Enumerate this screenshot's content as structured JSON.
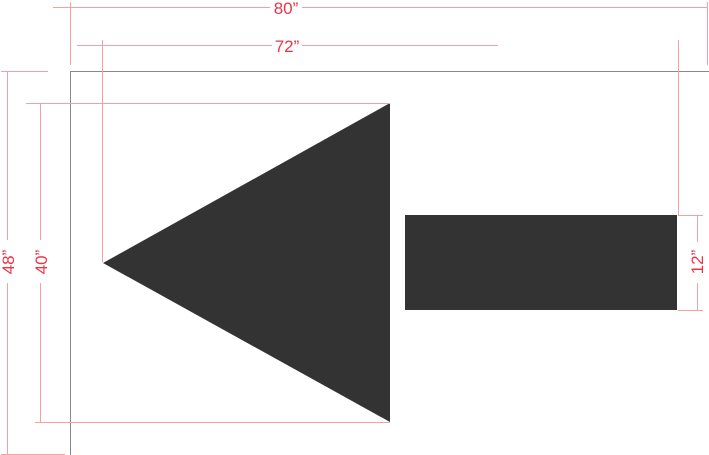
{
  "dimensions": {
    "outer_width": "80”",
    "inner_width": "72”",
    "outer_height": "48”",
    "inner_height": "40”",
    "shaft_height": "12”"
  },
  "colors": {
    "arrow": "#333333",
    "dimension_lines": "#f4a0a6",
    "dimension_text": "#ee3344",
    "border": "#888888"
  }
}
